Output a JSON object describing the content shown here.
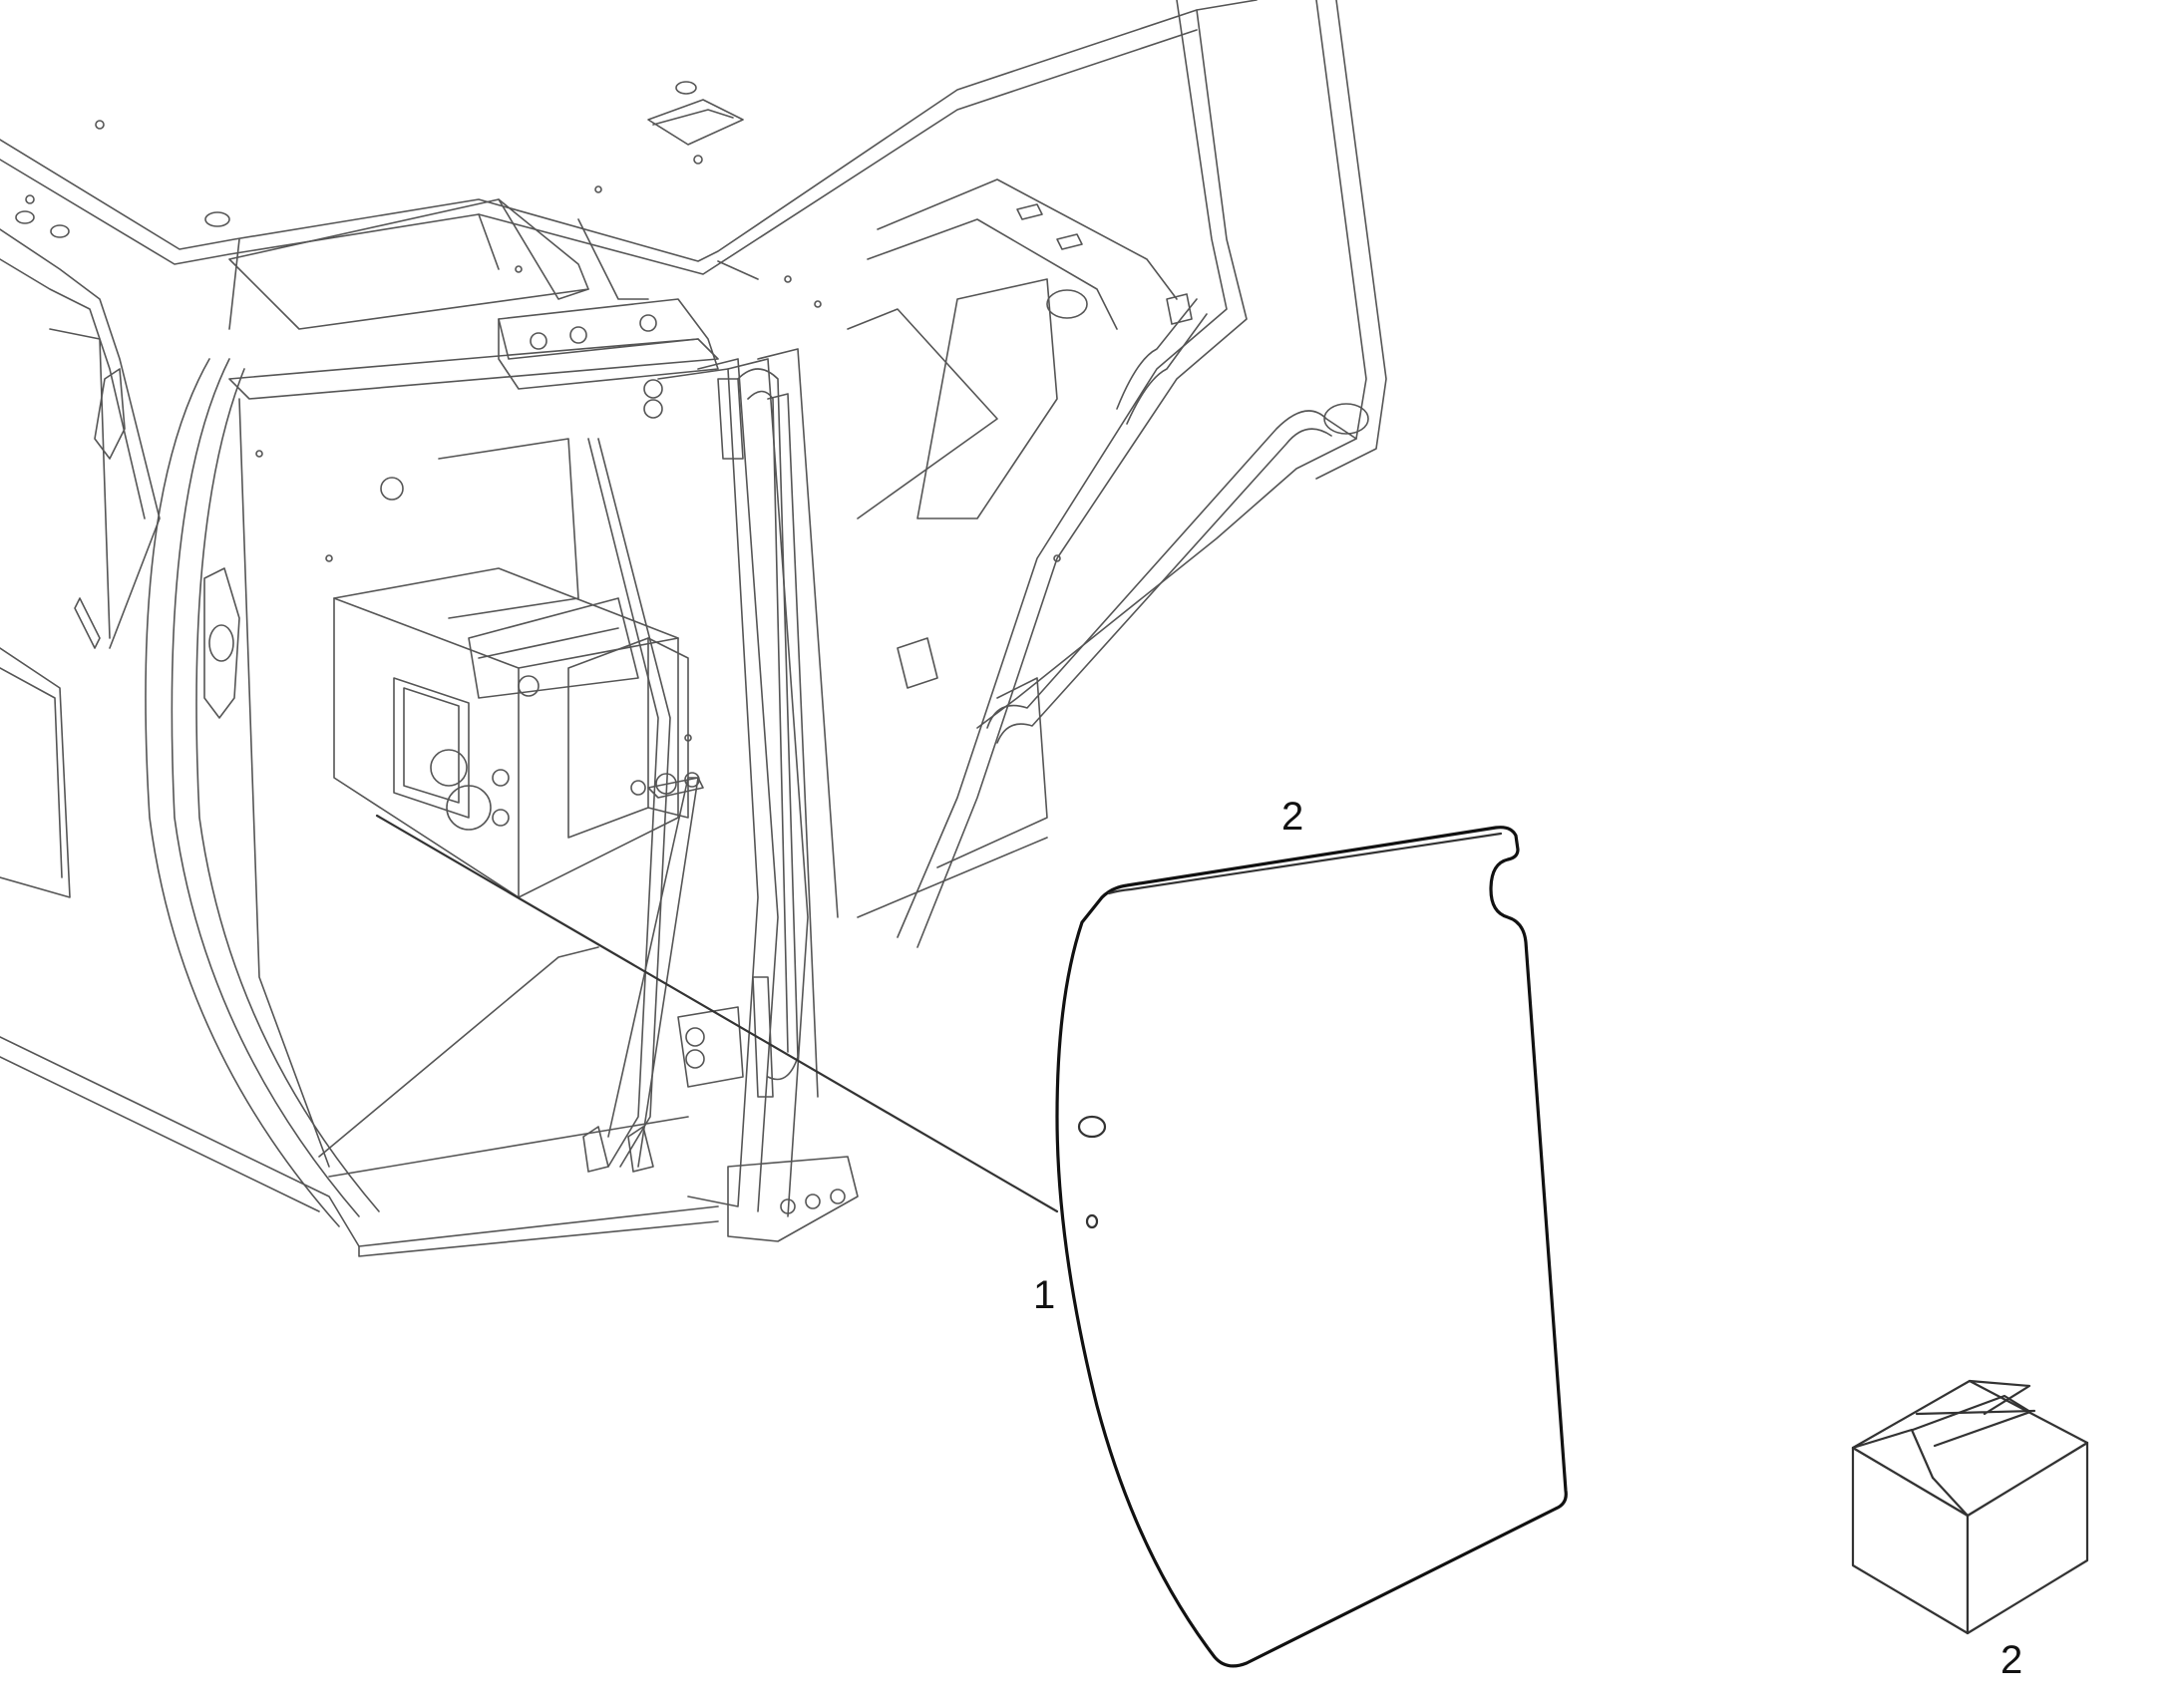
{
  "diagram": {
    "callouts": {
      "part_1": "1",
      "part_2_glass_edge": "2",
      "part_2_kit_box": "2"
    }
  },
  "colors": {
    "line": "#111111",
    "light_line": "#555555",
    "background": "#ffffff"
  }
}
